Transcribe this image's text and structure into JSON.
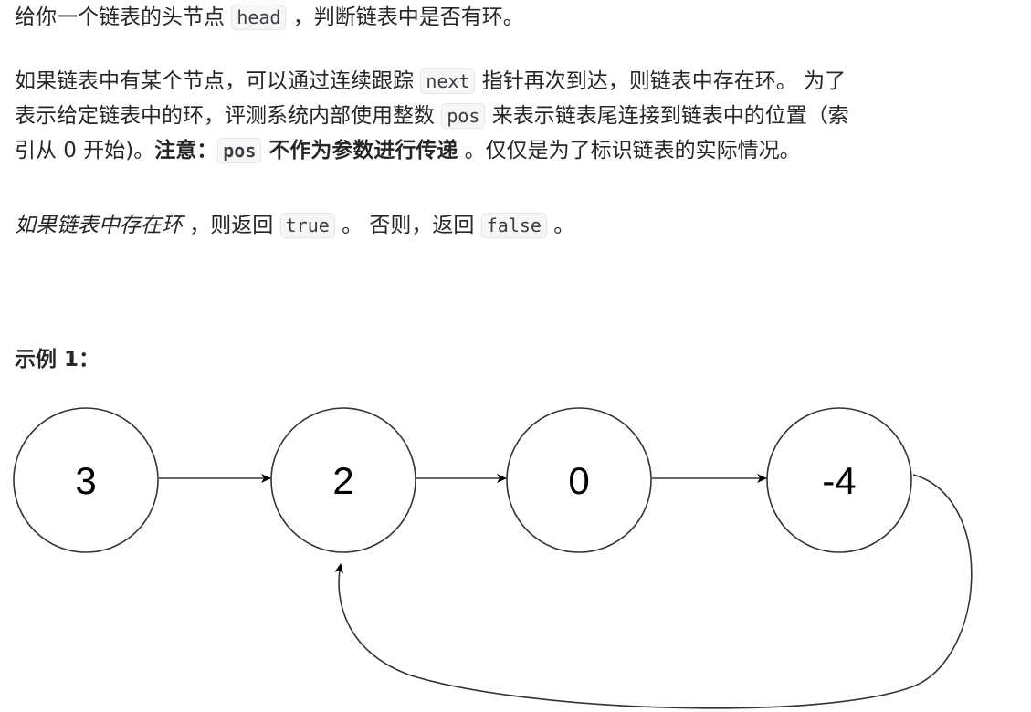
{
  "intro": {
    "text_before_head": "给你一个链表的头节点 ",
    "head_code": "head",
    "text_after_head": " ，判断链表中是否有环。"
  },
  "description": {
    "line1_before_next": "如果链表中有某个节点，可以通过连续跟踪 ",
    "next_code": "next",
    "line1_after_next": " 指针再次到达，则链表中存在环。 为了",
    "line2_before_pos": "表示给定链表中的环，评测系统内部使用整数 ",
    "pos_code": "pos",
    "line2_after_pos": " 来表示链表尾连接到链表中的位置（索",
    "line3_start": "引从 0 开始)。",
    "note_label": "注意：",
    "pos_code_bold": "pos",
    "note_bold_text": " 不作为参数进行传递",
    "line3_end": " 。仅仅是为了标识链表的实际情况。"
  },
  "result": {
    "italic_text": "如果链表中存在环",
    "text_before_true": " ，则返回 ",
    "true_code": "true",
    "text_middle": " 。 否则，返回 ",
    "false_code": "false",
    "text_end": " 。"
  },
  "example": {
    "title": "示例 1："
  },
  "diagram": {
    "nodes": [
      "3",
      "2",
      "0",
      "-4"
    ],
    "stroke_color": "#333333"
  }
}
